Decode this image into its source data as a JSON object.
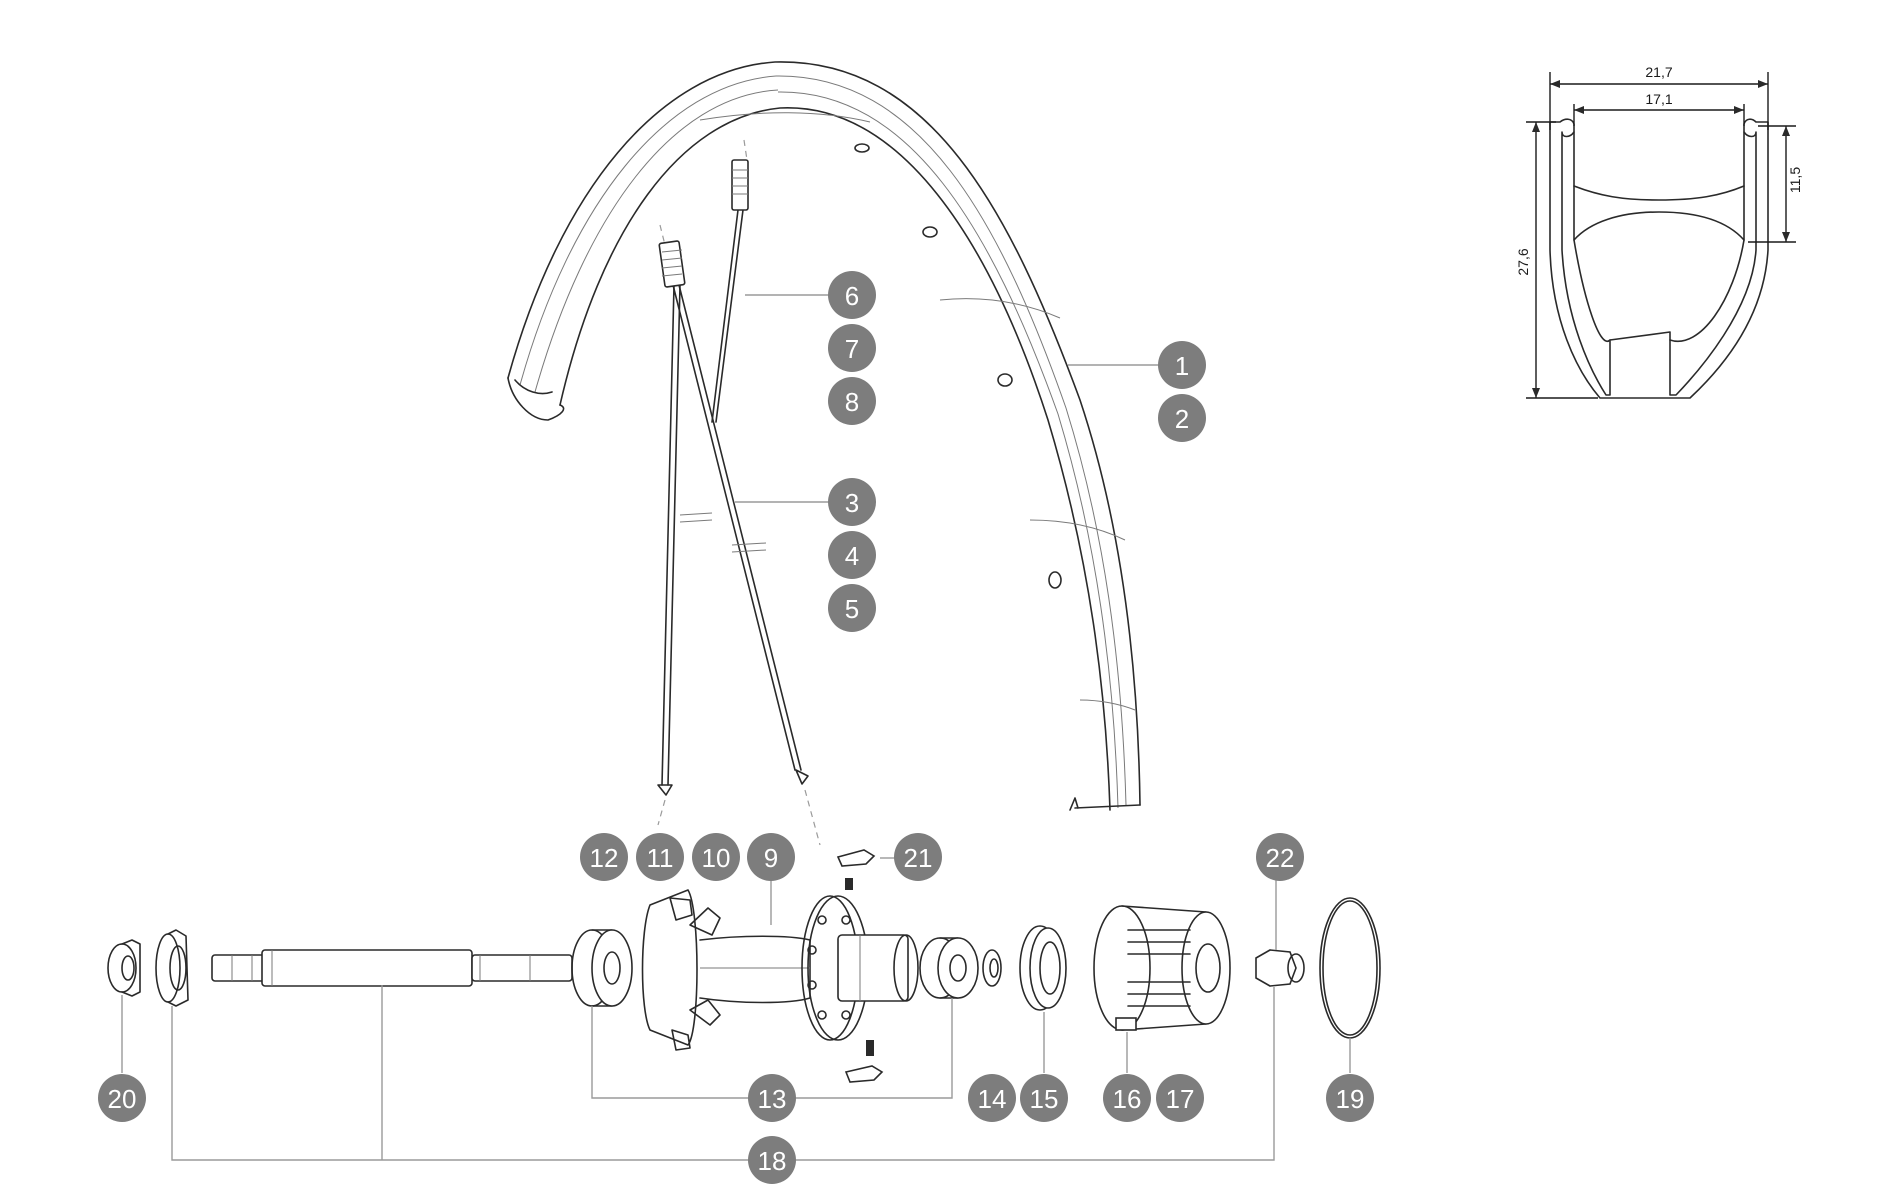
{
  "parts": [
    {
      "id": "p1",
      "label": "1"
    },
    {
      "id": "p2",
      "label": "2"
    },
    {
      "id": "p3",
      "label": "3"
    },
    {
      "id": "p4",
      "label": "4"
    },
    {
      "id": "p5",
      "label": "5"
    },
    {
      "id": "p6",
      "label": "6"
    },
    {
      "id": "p7",
      "label": "7"
    },
    {
      "id": "p8",
      "label": "8"
    },
    {
      "id": "p9",
      "label": "9"
    },
    {
      "id": "p10",
      "label": "10"
    },
    {
      "id": "p11",
      "label": "11"
    },
    {
      "id": "p12",
      "label": "12"
    },
    {
      "id": "p13",
      "label": "13"
    },
    {
      "id": "p14",
      "label": "14"
    },
    {
      "id": "p15",
      "label": "15"
    },
    {
      "id": "p16",
      "label": "16"
    },
    {
      "id": "p17",
      "label": "17"
    },
    {
      "id": "p18",
      "label": "18"
    },
    {
      "id": "p19",
      "label": "19"
    },
    {
      "id": "p20",
      "label": "20"
    },
    {
      "id": "p21",
      "label": "21"
    },
    {
      "id": "p22",
      "label": "22"
    }
  ],
  "rim_profile": {
    "outer_width": "21,7",
    "inner_width": "17,1",
    "height": "27,6",
    "hook_depth": "11,5"
  },
  "colors": {
    "badge": "#7d7d7d",
    "badge_text": "#ffffff",
    "line": "#2a2a2a",
    "leader": "#9a9a9a"
  }
}
